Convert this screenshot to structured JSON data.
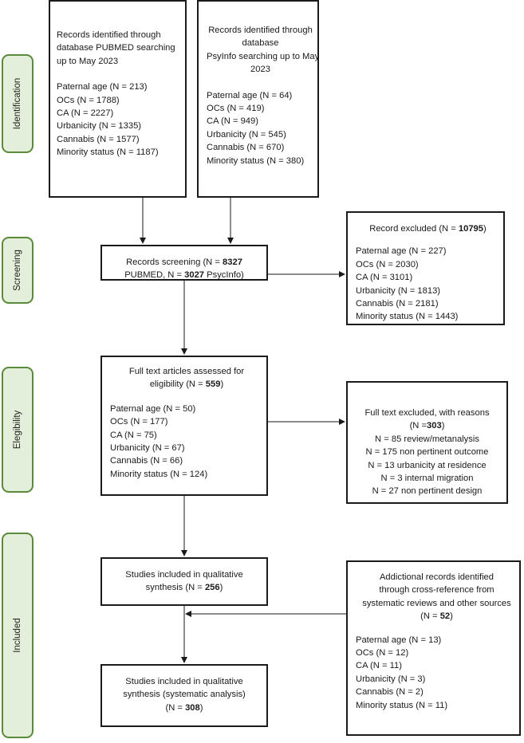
{
  "stages": {
    "identification": "Identification",
    "screening": "Screening",
    "eligibility": "Elegibility",
    "included": "Included"
  },
  "pubmed": {
    "title": [
      "Records identified through",
      "database PUBMED searching",
      "up to May 2023"
    ],
    "items": [
      "Paternal age (N = 213)",
      "OCs (N = 1788)",
      "CA (N = 2227)",
      "Urbanicity (N = 1335)",
      "Cannabis (N = 1577)",
      "Minority status (N = 1187)"
    ]
  },
  "psyinfo": {
    "title": [
      "Records identified through",
      "database",
      "PsyInfo searching up to May",
      "2023"
    ],
    "items": [
      "Paternal age (N = 64)",
      "OCs (N = 419)",
      "CA (N = 949)",
      "Urbanicity (N = 545)",
      "Cannabis (N = 670)",
      "Minority status (N = 380)"
    ]
  },
  "screening": {
    "line1_pre": "Records screening (N = ",
    "line1_num": "8327",
    "line2_pre": "PUBMED, N = ",
    "line2_num": "3027",
    "line2_post": " PsycInfo)"
  },
  "excluded": {
    "title_pre": "Record excluded (N = ",
    "title_num": "10795",
    "title_post": ")",
    "items": [
      "Paternal age (N = 227)",
      "OCs (N = 2030)",
      "CA (N = 3101)",
      "Urbanicity (N = 1813)",
      "Cannabis (N = 2181)",
      "Minority status (N = 1443)"
    ]
  },
  "fulltext": {
    "line1": "Full text articles assessed for",
    "line2_pre": "eligibility (N = ",
    "line2_num": "559",
    "line2_post": ")",
    "items": [
      "Paternal age (N = 50)",
      "OCs (N = 177)",
      "CA (N = 75)",
      "Urbanicity (N = 67)",
      "Cannabis (N = 66)",
      "Minority status (N = 124)"
    ]
  },
  "fulltext_excluded": {
    "line1": "Full text excluded, with reasons",
    "line2_pre": "(N =",
    "line2_num": "303",
    "line2_post": ")",
    "reasons": [
      "N = 85 review/metanalysis",
      "N = 175 non pertinent outcome",
      "N = 13 urbanicity at residence",
      "N = 3 internal migration",
      "N = 27  non pertinent design"
    ]
  },
  "qualitative": {
    "line1": "Studies included in qualitative",
    "line2_pre": "synthesis (N = ",
    "line2_num": "256",
    "line2_post": ")"
  },
  "additional": {
    "title": [
      "Addictional records identified",
      "through cross-reference from",
      "systematic reviews and other sources"
    ],
    "line4_pre": "(N = ",
    "line4_num": "52",
    "line4_post": ")",
    "items": [
      "Paternal age (N = 13)",
      "OCs (N = 12)",
      "CA (N = 11)",
      "Urbanicity (N = 3)",
      "Cannabis (N = 2)",
      "Minority status (N = 11)"
    ]
  },
  "final": {
    "line1": "Studies included in qualitative",
    "line2": "synthesis (systematic analysis)",
    "line3_pre": "(N = ",
    "line3_num": "308",
    "line3_post": ")"
  }
}
